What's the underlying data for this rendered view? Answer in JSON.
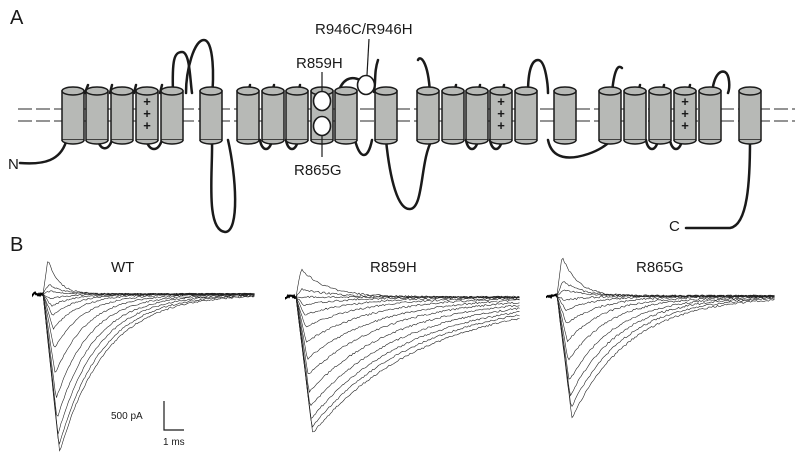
{
  "panel_a": {
    "letter": "A",
    "terminal_n": "N",
    "terminal_c": "C",
    "mutations": [
      {
        "id": "r946",
        "label": "R946C/R946H"
      },
      {
        "id": "r859",
        "label": "R859H"
      },
      {
        "id": "r865",
        "label": "R865G"
      }
    ],
    "voltage_sensor_glyph": "+",
    "colors": {
      "helix_fill": "#b7b9b6",
      "outline": "#1a1a1a",
      "membrane_line": "#555555"
    }
  },
  "panel_b": {
    "letter": "B",
    "traces": [
      {
        "label": "WT"
      },
      {
        "label": "R859H"
      },
      {
        "label": "R865G"
      }
    ],
    "scale_bar": {
      "current": "500 pA",
      "time": "1 ms"
    },
    "colors": {
      "trace": "#222222"
    }
  }
}
